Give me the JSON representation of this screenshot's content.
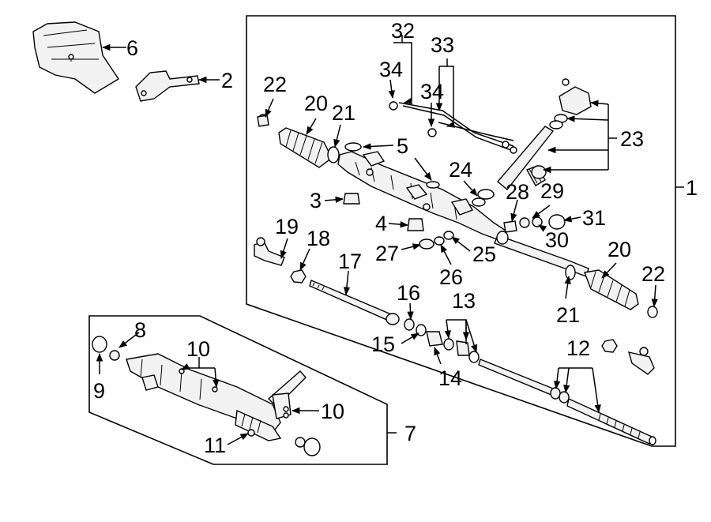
{
  "callouts": {
    "c1": "1",
    "c2": "2",
    "c3": "3",
    "c4": "4",
    "c5": "5",
    "c6": "6",
    "c7": "7",
    "c8": "8",
    "c9": "9",
    "c10a": "10",
    "c10b": "10",
    "c11": "11",
    "c12": "12",
    "c13": "13",
    "c14": "14",
    "c15": "15",
    "c16": "16",
    "c17": "17",
    "c18": "18",
    "c19": "19",
    "c20a": "20",
    "c20b": "20",
    "c21a": "21",
    "c21b": "21",
    "c22a": "22",
    "c22b": "22",
    "c23": "23",
    "c24": "24",
    "c25": "25",
    "c26": "26",
    "c27": "27",
    "c28": "28",
    "c29": "29",
    "c30": "30",
    "c31": "31",
    "c32": "32",
    "c33": "33",
    "c34a": "34",
    "c34b": "34"
  }
}
